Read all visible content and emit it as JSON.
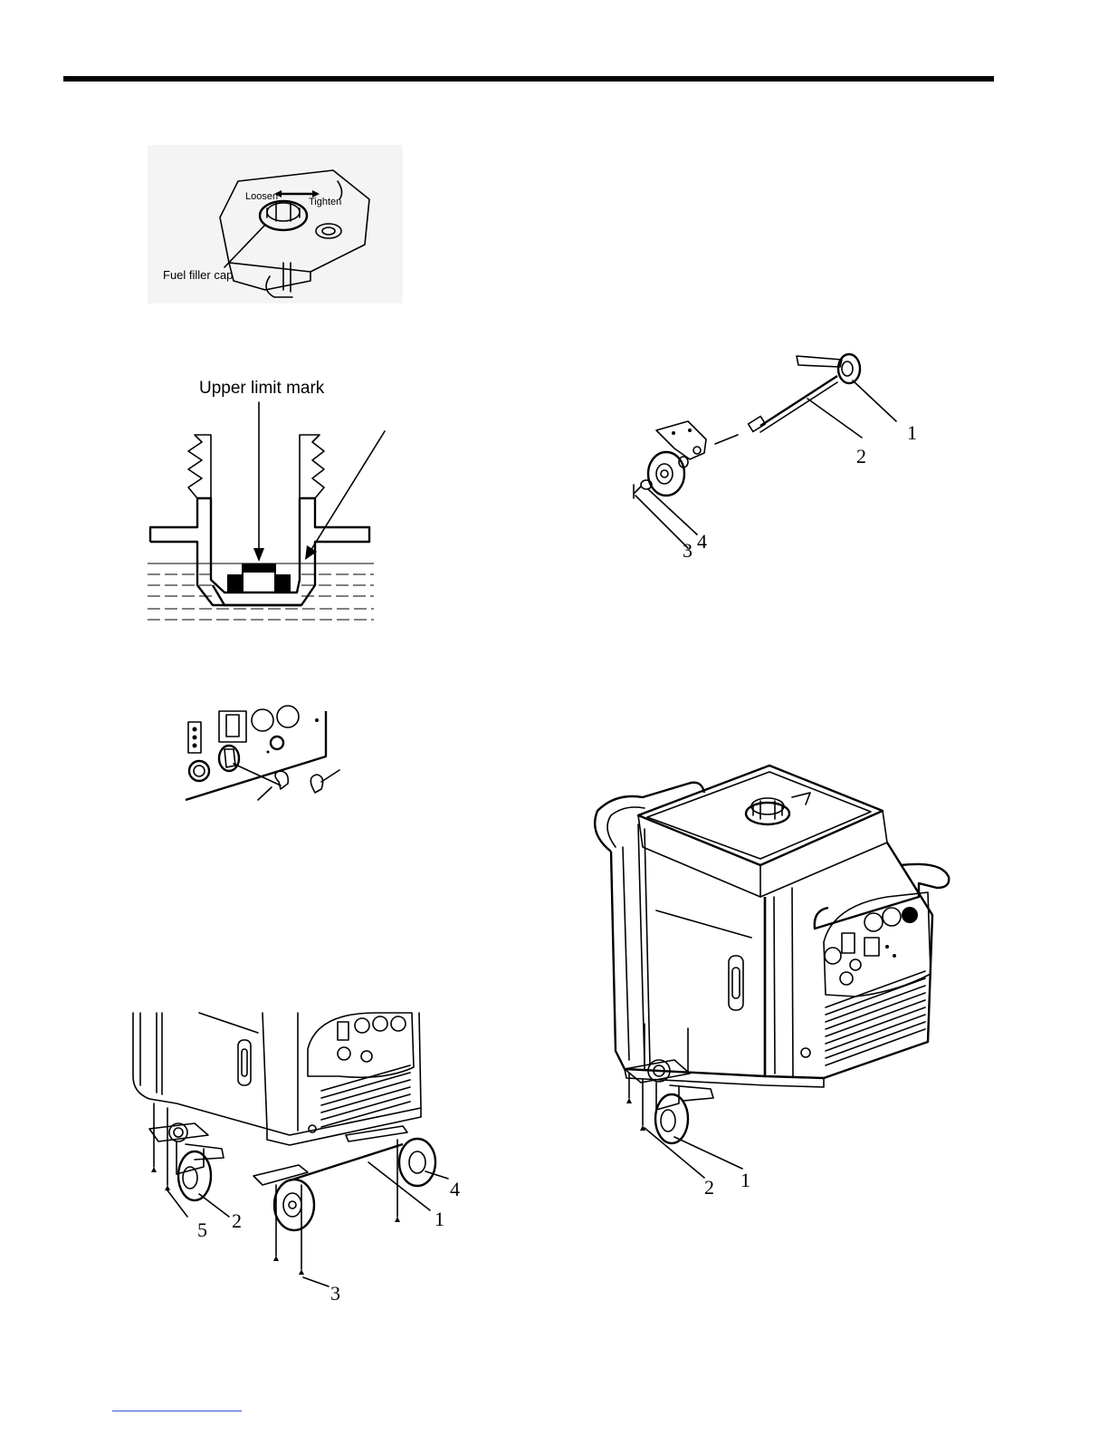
{
  "fig_fuel_cap": {
    "loosen": "Loosen",
    "tighten": "Tighten",
    "cap_label": "Fuel filler cap"
  },
  "fig_fuel_level": {
    "upper_limit": "Upper limit mark"
  },
  "fig_axle": {
    "callouts": [
      "1",
      "2",
      "3",
      "4"
    ]
  },
  "fig_wheels_assembly": {
    "callouts": [
      "5",
      "2",
      "4",
      "1",
      "3"
    ]
  },
  "fig_caster": {
    "callouts": [
      "2",
      "1"
    ]
  }
}
